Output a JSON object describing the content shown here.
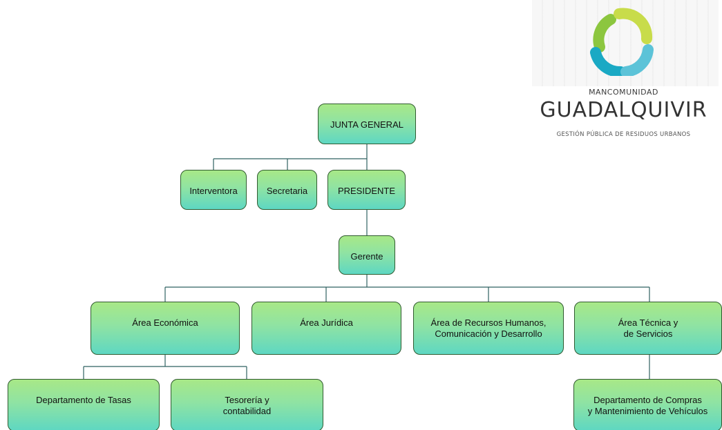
{
  "nodes": {
    "junta_general": "JUNTA GENERAL",
    "interventora": "Interventora",
    "secretaria": "Secretaria",
    "presidente": "PRESIDENTE",
    "gerente": "Gerente",
    "area_economica": "Área Económica",
    "area_juridica": "Área Jurídica",
    "area_rrhh": "Área de Recursos Humanos,\nComunicación y Desarrollo",
    "area_tecnica": "Área Técnica y\nde Servicios",
    "dept_tasas": "Departamento de Tasas",
    "tesoreria": "Tesorería y\ncontabilidad",
    "dept_compras": "Departamento de Compras\ny Mantenimiento de Vehículos"
  },
  "logo": {
    "top_text": "MANCOMUNIDAD",
    "main_text": "GUADALQUIVIR",
    "sub_text": "GESTIÓN PÚBLICA DE RESIDUOS URBANOS",
    "colors": {
      "lime": "#c8dc4a",
      "cyan": "#1aa9c4",
      "light_blue": "#5cc3d8",
      "green": "#8cc63f"
    }
  },
  "colors": {
    "box_top": "#a8e887",
    "box_bottom": "#5ed7c2",
    "border": "#2f5a2f",
    "connector": "#2f6060"
  }
}
